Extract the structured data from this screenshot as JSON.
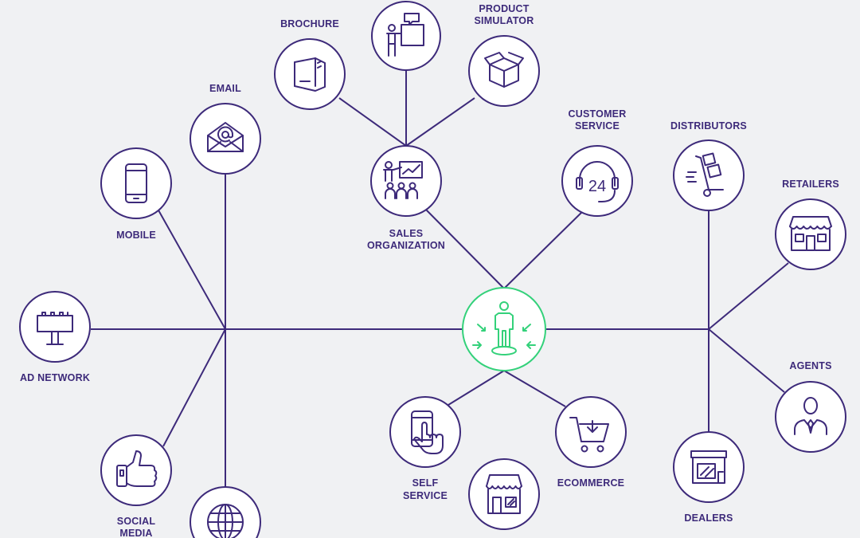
{
  "colors": {
    "background": "#f0f1f3",
    "line": "#3d2a7a",
    "icon": "#3d2a7a",
    "node_fill": "#ffffff",
    "center_accent": "#33d17a"
  },
  "nodes": {
    "center": {
      "icon": "person-center-icon"
    },
    "sales_org": {
      "line1": "SALES",
      "line2": "ORGANIZATION",
      "icon": "presentation-audience-icon"
    },
    "brochure": {
      "line1": "BROCHURE",
      "icon": "book-icon"
    },
    "presenter": {
      "icon": "presenter-board-icon"
    },
    "product_sim": {
      "line1": "PRODUCT",
      "line2": "SIMULATOR",
      "icon": "open-box-icon"
    },
    "customer_service": {
      "line1": "CUSTOMER",
      "line2": "SERVICE",
      "icon": "headset-24-icon"
    },
    "email": {
      "line1": "EMAIL",
      "icon": "envelope-at-icon"
    },
    "mobile": {
      "line1": "MOBILE",
      "icon": "smartphone-icon"
    },
    "ad_network": {
      "line1": "AD NETWORK",
      "icon": "billboard-icon"
    },
    "social_media": {
      "line1": "SOCIAL",
      "line2": "MEDIA",
      "icon": "thumbs-up-icon"
    },
    "globe": {
      "icon": "globe-icon"
    },
    "self_service": {
      "line1": "SELF",
      "line2": "SERVICE",
      "icon": "hand-phone-icon"
    },
    "ecommerce": {
      "line1": "ECOMMERCE",
      "icon": "shopping-cart-icon"
    },
    "store": {
      "icon": "storefront-icon"
    },
    "distributors": {
      "line1": "DISTRIBUTORS",
      "icon": "hand-truck-icon"
    },
    "retailers": {
      "line1": "RETAILERS",
      "icon": "retail-shop-icon"
    },
    "agents": {
      "line1": "AGENTS",
      "icon": "agent-person-icon"
    },
    "dealers": {
      "line1": "DEALERS",
      "icon": "dealer-shop-icon"
    },
    "customer_service_text": "24"
  }
}
